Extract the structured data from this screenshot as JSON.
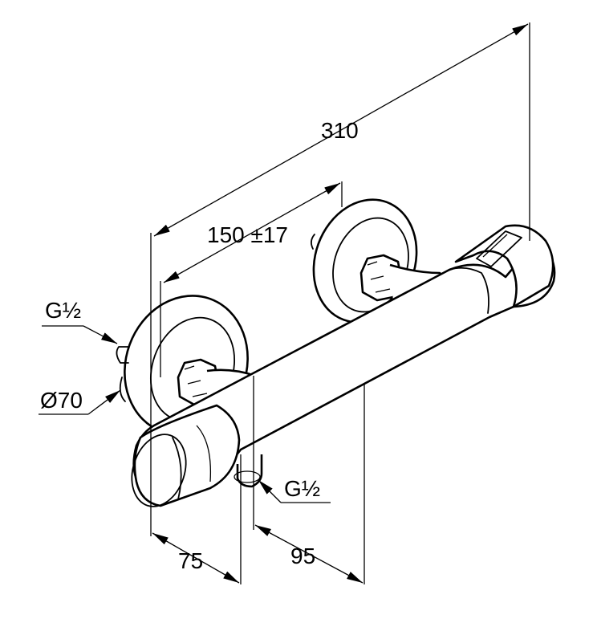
{
  "drawing": {
    "colors": {
      "ink": "#000000",
      "paper": "#ffffff"
    },
    "dimensions": {
      "overall_length": "310",
      "inlet_spacing": "150 ±17",
      "inlet_thread_top": "G½",
      "escutcheon_diameter": "Ø70",
      "outlet_thread": "G½",
      "projection_to_outlet": "75",
      "outlet_to_body_front": "95"
    }
  }
}
